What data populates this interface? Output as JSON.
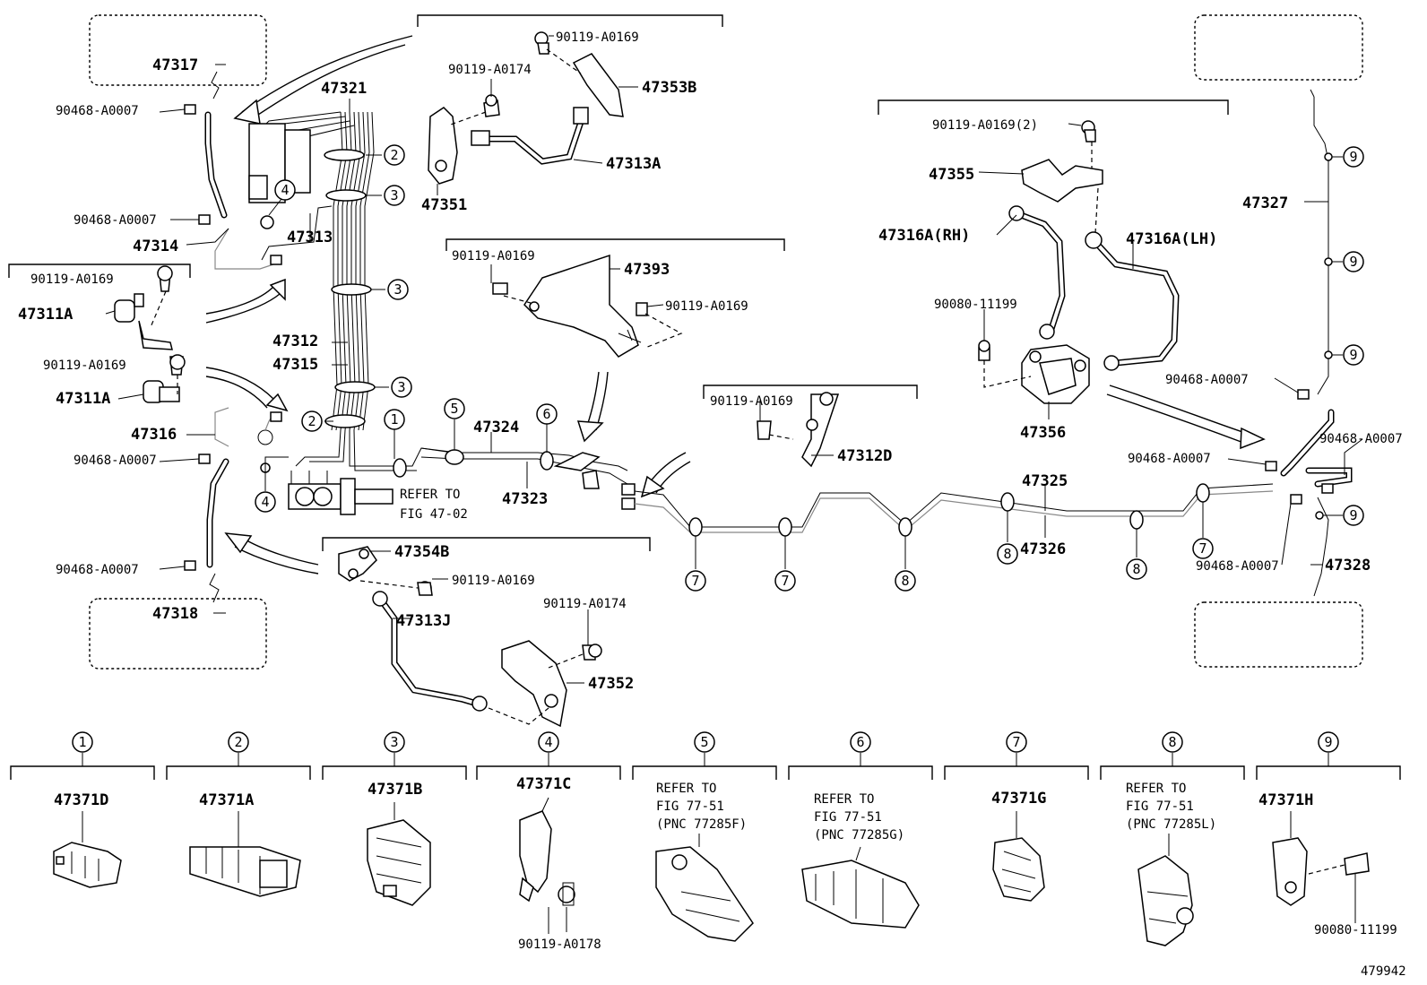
{
  "diagram": {
    "labels": {
      "l47317": "47317",
      "l90468a": "90468-A0007",
      "l47321": "47321",
      "l90468b": "90468-A0007",
      "l47314": "47314",
      "l47313": "47313",
      "l90119a": "90119-A0169",
      "l47311a1": "47311A",
      "l90119b": "90119-A0169",
      "l47311a2": "47311A",
      "l47316": "47316",
      "l90468c": "90468-A0007",
      "l47312": "47312",
      "l47315": "47315",
      "l90468d": "90468-A0007",
      "l47318": "47318",
      "l90119c": "90119-A0169",
      "l90119d": "90119-A0174",
      "l47353b": "47353B",
      "l47313a": "47313A",
      "l47351": "47351",
      "l90119e": "90119-A0169",
      "l47393": "47393",
      "l90119f": "90119-A0169",
      "l47324": "47324",
      "l47323": "47323",
      "refer1": "REFER TO",
      "refer1b": "FIG 47-02",
      "l47354b": "47354B",
      "l90119g": "90119-A0169",
      "l47313j": "47313J",
      "l90119h": "90119-A0174",
      "l47352": "47352",
      "l90119i": "90119-A0169",
      "l47312d": "47312D",
      "l47325": "47325",
      "l47326": "47326",
      "l90119j": "90119-A0169(2)",
      "l47355": "47355",
      "l47316rh": "47316A(RH)",
      "l47316lh": "47316A(LH)",
      "l90080a": "90080-11199",
      "l47356": "47356",
      "l47327": "47327",
      "l90468e": "90468-A0007",
      "l90468f": "90468-A0007",
      "l90468g": "90468-A0007",
      "l90468h": "90468-A0007",
      "l47328": "47328"
    },
    "callouts": {
      "c1": "1",
      "c2": "2",
      "c3": "3",
      "c4": "4",
      "c5": "5",
      "c6": "6",
      "c7": "7",
      "c8": "8",
      "c9": "9"
    },
    "legend": [
      {
        "num": "1",
        "part": "47371D",
        "lines": []
      },
      {
        "num": "2",
        "part": "47371A",
        "lines": []
      },
      {
        "num": "3",
        "part": "47371B",
        "lines": []
      },
      {
        "num": "4",
        "part": "47371C",
        "lines": [],
        "extra": "90119-A0178"
      },
      {
        "num": "5",
        "part": "",
        "lines": [
          "REFER TO",
          "FIG 77-51",
          "(PNC 77285F)"
        ]
      },
      {
        "num": "6",
        "part": "",
        "lines": [
          "REFER TO",
          "FIG 77-51",
          "(PNC 77285G)"
        ]
      },
      {
        "num": "7",
        "part": "47371G",
        "lines": []
      },
      {
        "num": "8",
        "part": "",
        "lines": [
          "REFER TO",
          "FIG 77-51",
          "(PNC 77285L)"
        ]
      },
      {
        "num": "9",
        "part": "47371H",
        "lines": [],
        "extra": "90080-11199"
      }
    ],
    "figure_id": "479942"
  }
}
